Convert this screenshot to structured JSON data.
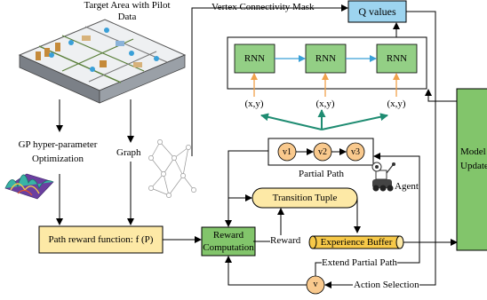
{
  "labels": {
    "target_area": "Target Area with Pilot Data",
    "vertex_mask": "Vertex Connectivity Mask",
    "q_values": "Q values",
    "gp_opt_line1": "GP hyper-parameter",
    "gp_opt_line2": "Optimization",
    "graph": "Graph",
    "rnn": "RNN",
    "xy": "(x,y)",
    "partial_path": "Partial Path",
    "agent": "Agent",
    "transition_tuple": "Transition Tuple",
    "path_reward": "Path reward  function: f (P)",
    "reward_comp_line1": "Reward",
    "reward_comp_line2": "Computation",
    "reward": "Reward",
    "experience_buffer": "Experience Buffer",
    "extend_partial_path": "Extend Partial Path",
    "action_selection": "Action Selection",
    "v": "v",
    "model_update_line1": "Model",
    "model_update_line2": "Update"
  },
  "nodes": {
    "v1": "v1",
    "v2": "v2",
    "v3": "v3"
  },
  "colors": {
    "rnn_fill": "#93cf85",
    "q_fill": "#9dd4ef",
    "yellow_fill": "#fde9a6",
    "orange_fill": "#f9c98d",
    "green_fill": "#82c56b",
    "teal_arrow": "#1f8c72",
    "orange_arrow": "#f0a14b",
    "blue_arrow": "#3aa0d8"
  }
}
